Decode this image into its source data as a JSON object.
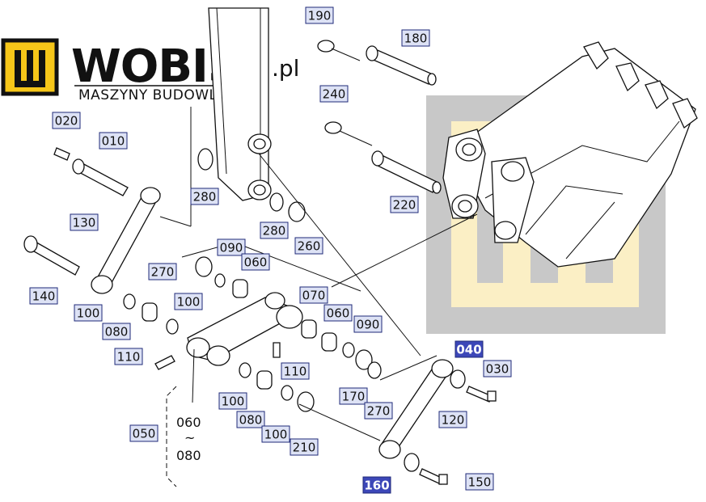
{
  "logo": {
    "name": "WOBIS",
    "domain": ".pl",
    "tagline": "MASZYNY BUDOWLANE",
    "accent_color": "#f6c619",
    "text_color": "#111111"
  },
  "watermark": {
    "gray": "#c8c8c8",
    "yellow": "#fbefc5"
  },
  "callouts": [
    {
      "id": "c190",
      "label": "190"
    },
    {
      "id": "c180",
      "label": "180"
    },
    {
      "id": "c240",
      "label": "240"
    },
    {
      "id": "c020",
      "label": "020"
    },
    {
      "id": "c010",
      "label": "010"
    },
    {
      "id": "c280a",
      "label": "280"
    },
    {
      "id": "c280b",
      "label": "280"
    },
    {
      "id": "c260",
      "label": "260"
    },
    {
      "id": "c220",
      "label": "220"
    },
    {
      "id": "c130",
      "label": "130"
    },
    {
      "id": "c090a",
      "label": "090"
    },
    {
      "id": "c270a",
      "label": "270"
    },
    {
      "id": "c060a",
      "label": "060"
    },
    {
      "id": "c140",
      "label": "140"
    },
    {
      "id": "c070",
      "label": "070"
    },
    {
      "id": "c100a",
      "label": "100"
    },
    {
      "id": "c100b",
      "label": "100"
    },
    {
      "id": "c060b",
      "label": "060"
    },
    {
      "id": "c080a",
      "label": "080"
    },
    {
      "id": "c090b",
      "label": "090"
    },
    {
      "id": "c110a",
      "label": "110"
    },
    {
      "id": "c110b",
      "label": "110"
    },
    {
      "id": "c040",
      "label": "040",
      "highlight": true
    },
    {
      "id": "c030",
      "label": "030"
    },
    {
      "id": "c170",
      "label": "170"
    },
    {
      "id": "c270b",
      "label": "270"
    },
    {
      "id": "c100c",
      "label": "100"
    },
    {
      "id": "c080b",
      "label": "080"
    },
    {
      "id": "c120",
      "label": "120"
    },
    {
      "id": "c050",
      "label": "050"
    },
    {
      "id": "c100d",
      "label": "100"
    },
    {
      "id": "c210",
      "label": "210"
    },
    {
      "id": "c160",
      "label": "160",
      "highlight": true
    },
    {
      "id": "c150",
      "label": "150"
    }
  ],
  "range_note": {
    "from": "060",
    "tilde": "~",
    "to": "080"
  }
}
